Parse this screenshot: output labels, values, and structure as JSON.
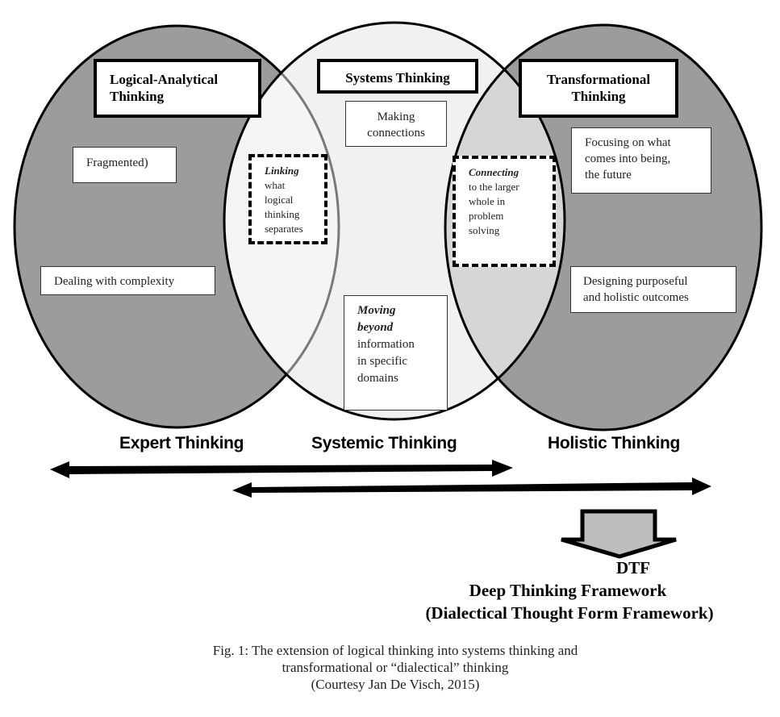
{
  "figure": {
    "circles": [
      {
        "id": "left",
        "title": "Logical-Analytical Thinking",
        "title_lines": [
          "Logical-Analytical",
          "Thinking"
        ],
        "fill": "#9c9c9c",
        "notes": [
          "Fragmented)",
          "Dealing with complexity"
        ]
      },
      {
        "id": "middle",
        "title": "Systems Thinking",
        "fill": "#f1f1f1",
        "notes": [
          "Making connections"
        ],
        "note_lines": [
          "Making",
          "connections"
        ],
        "moving_beyond": {
          "emphasis_lines": [
            "Moving",
            "beyond"
          ],
          "rest_lines": [
            "information",
            "in specific",
            "domains"
          ]
        }
      },
      {
        "id": "right",
        "title": "Transformational Thinking",
        "title_lines": [
          "Transformational",
          "Thinking"
        ],
        "fill": "#9c9c9c",
        "notes": [
          "Focusing on what comes into being, the future",
          "Designing purposeful and holistic outcomes"
        ],
        "note_lines": [
          [
            "Focusing on what",
            "comes into being,",
            "the future"
          ],
          [
            "Designing purposeful",
            "and holistic outcomes"
          ]
        ]
      }
    ],
    "overlaps": {
      "left_middle": {
        "emphasis": "Linking",
        "lines": [
          "what",
          "logical",
          "thinking",
          "separates"
        ],
        "fill": "#f5f5f5"
      },
      "middle_right": {
        "emphasis": "Connecting",
        "lines": [
          "to the larger",
          "whole in",
          "problem",
          "solving"
        ],
        "fill": "#d6d6d6"
      }
    },
    "band_labels": [
      "Expert Thinking",
      "Systemic Thinking",
      "Holistic Thinking"
    ],
    "arrows": [
      {
        "name": "expert-to-systemic",
        "type": "double-headed"
      },
      {
        "name": "systemic-to-holistic",
        "type": "double-headed"
      }
    ],
    "down_arrow_fill": "#bdbdbd",
    "result": {
      "acronym": "DTF",
      "name": "Deep Thinking Framework",
      "alt_name": "(Dialectical Thought Form Framework)"
    },
    "caption": {
      "lines": [
        "Fig. 1: The extension of logical thinking into systems thinking and",
        "transformational or “dialectical” thinking",
        "(Courtesy Jan De Visch, 2015)"
      ]
    }
  }
}
